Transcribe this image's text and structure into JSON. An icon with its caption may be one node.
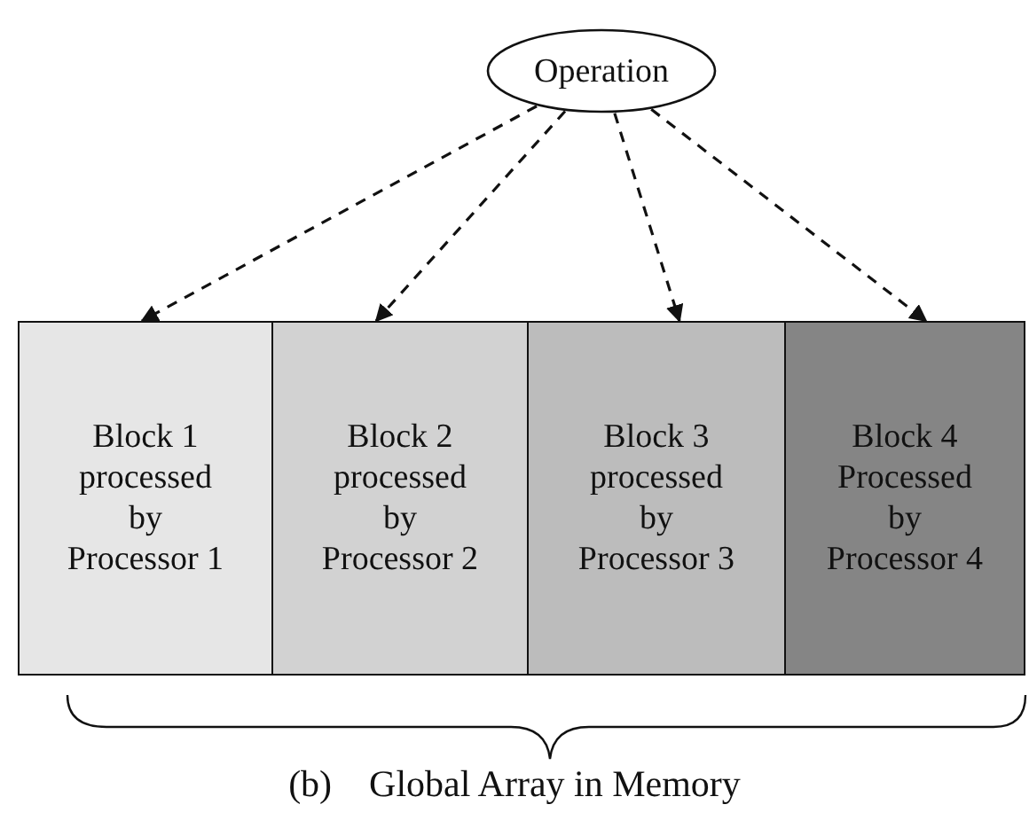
{
  "diagram": {
    "caption": "(b)    Global Array in Memory",
    "nodes": [
      {
        "text": [
          "Operation"
        ]
      },
      {
        "text": [
          "Block 1 processed by Processor 1"
        ]
      },
      {
        "text": [
          "Block 2 processed by Processor 2"
        ]
      },
      {
        "text": [
          "Block 3 processed by Processor 3"
        ]
      },
      {
        "text": [
          "Block 4 Processed by Processor 4"
        ]
      }
    ],
    "edges": [
      {
        "from": 0,
        "to": 1,
        "arrow": "to",
        "style": "dashed"
      },
      {
        "from": 0,
        "to": 2,
        "arrow": "to",
        "style": "dashed"
      },
      {
        "from": 0,
        "to": 3,
        "arrow": "to",
        "style": "dashed"
      },
      {
        "from": 0,
        "to": 4,
        "arrow": "to",
        "style": "dashed"
      }
    ]
  }
}
